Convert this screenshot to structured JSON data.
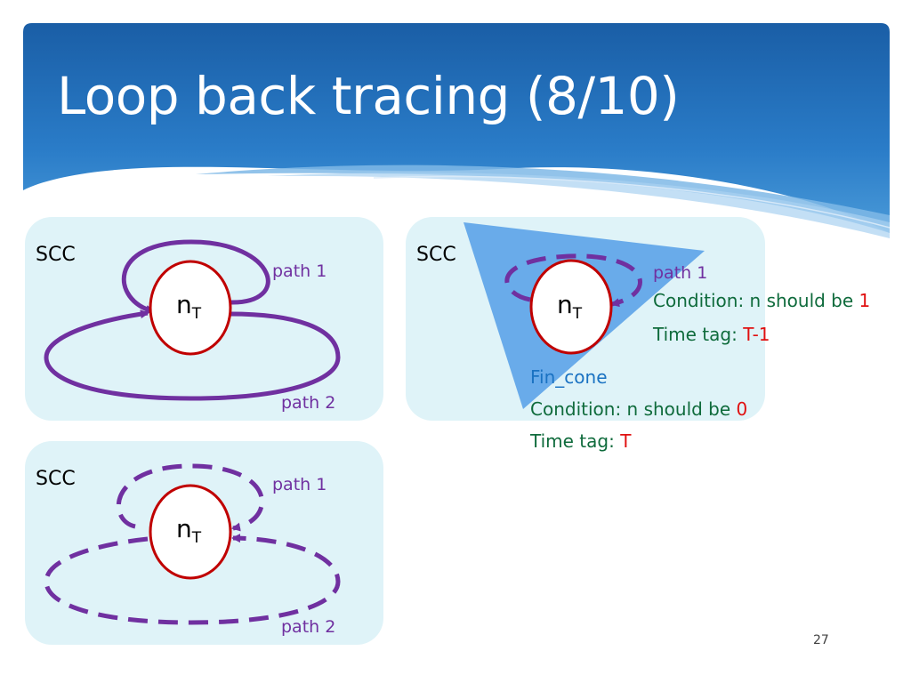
{
  "slide": {
    "title": "Loop back tracing (8/10)",
    "page_number": "27"
  },
  "colors": {
    "header_blue": "#1e6bb8",
    "panel_bg": "#dff3f8",
    "path_purple": "#7030a0",
    "node_red": "#c00000",
    "cone_blue": "#4f9be6",
    "condition_green": "#0f6b3c",
    "value_red": "#e01010",
    "fin_cone_blue": "#1a72c2"
  },
  "panels": {
    "top_left": {
      "scc_label": "SCC",
      "node": {
        "base": "n",
        "subscript": "T"
      },
      "path1_label": "path 1",
      "path2_label": "path 2"
    },
    "bottom_left": {
      "scc_label": "SCC",
      "node": {
        "base": "n",
        "subscript": "T"
      },
      "path1_label": "path 1",
      "path2_label": "path 2"
    },
    "right": {
      "scc_label": "SCC",
      "node": {
        "base": "n",
        "subscript": "T"
      },
      "path1_label": "path 1",
      "path1_condition_prefix": "Condition: n should be ",
      "path1_condition_value": "1",
      "path1_time_prefix": "Time tag: ",
      "path1_time_value": "T-1",
      "fin_cone_label": "Fin_cone",
      "fin_condition_prefix": "Condition: n should be ",
      "fin_condition_value": "0",
      "fin_time_prefix": "Time tag: ",
      "fin_time_value": "T"
    }
  }
}
